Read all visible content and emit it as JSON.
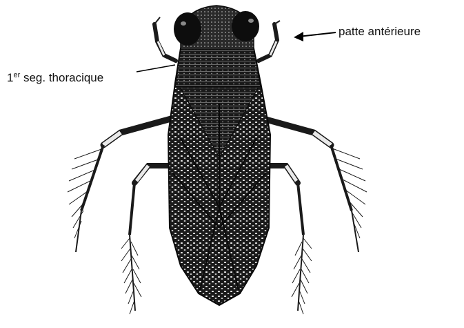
{
  "labels": {
    "foreleg": "patte antérieure",
    "segment_number": "1",
    "segment_superscript": "er",
    "segment_rest": " seg. thoracique"
  },
  "colors": {
    "background": "#ffffff",
    "ink": "#111111",
    "body_fill": "#1a1a1a",
    "speckle": "#f2f2f2"
  }
}
